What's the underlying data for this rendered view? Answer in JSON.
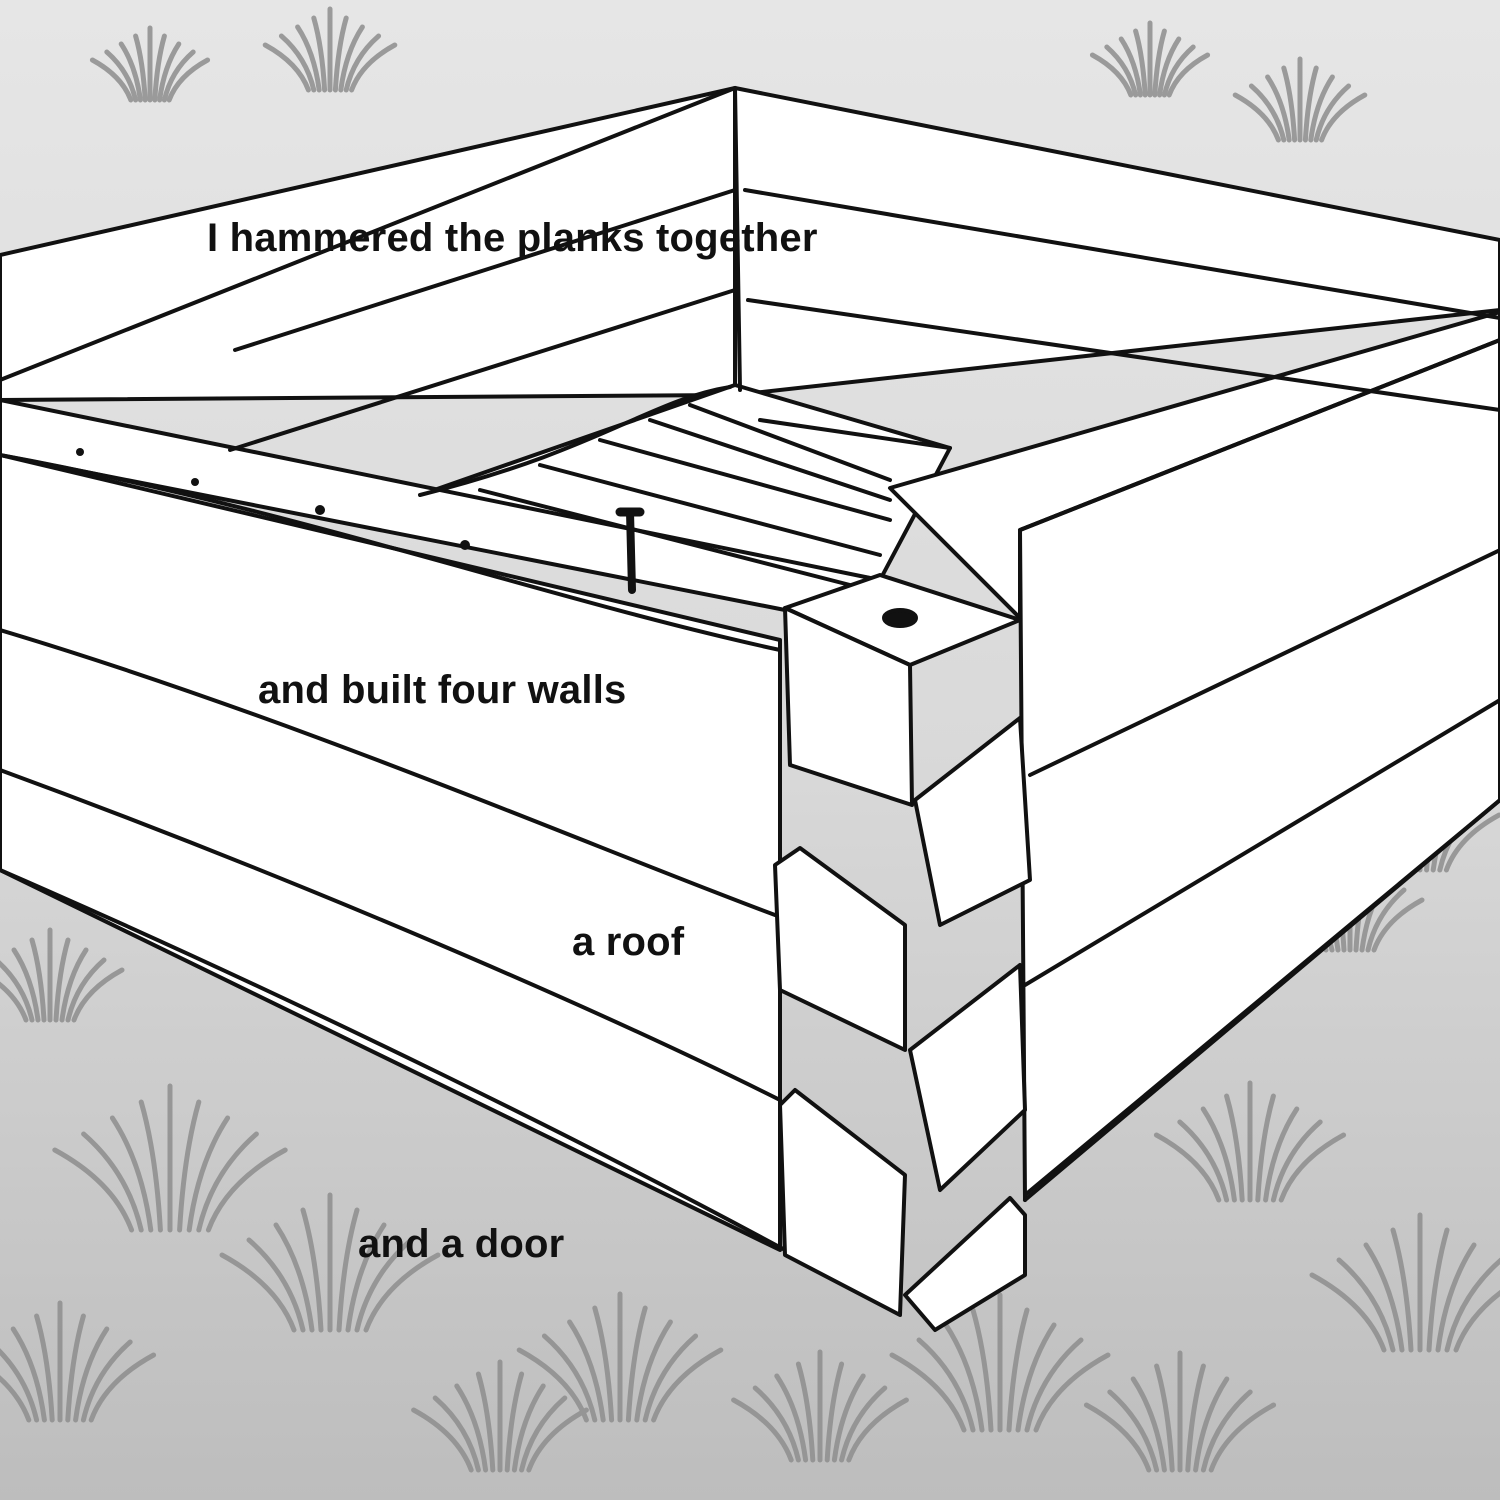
{
  "captions": {
    "line1": "I hammered the planks together",
    "line2": "and built four walls",
    "line3": "a roof",
    "line4": "and a door"
  },
  "colors": {
    "ink": "#111111",
    "plank": "#ffffff",
    "grass": "#8a8a8a",
    "background": "#cfcfcf"
  },
  "icons": {
    "nail": "nail-icon",
    "grass": "grass-tuft-icon"
  }
}
